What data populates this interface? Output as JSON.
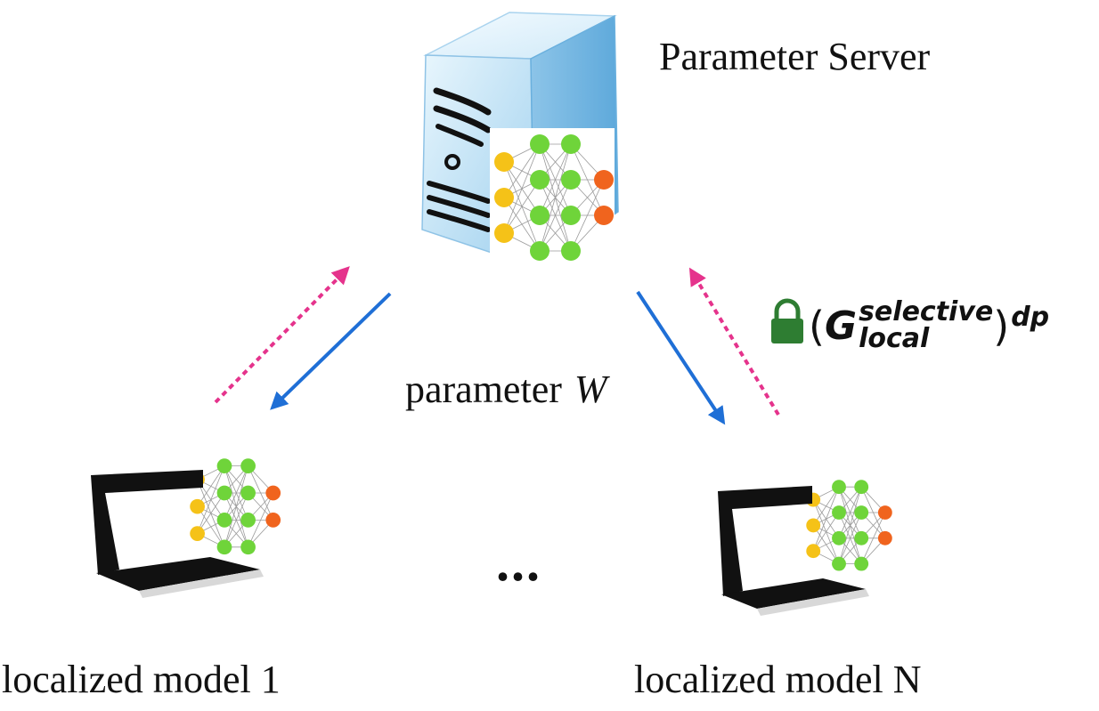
{
  "server": {
    "label": "Parameter Server",
    "icon": "server-icon"
  },
  "downlink": {
    "label": "parameter",
    "variable": "W"
  },
  "uplink": {
    "lock_icon": "lock-icon",
    "open_paren": "(",
    "symbol": "G",
    "superscript": "selective",
    "subscript": "local",
    "close_paren": ")",
    "outer_superscript": "dp"
  },
  "clients": [
    {
      "label": "localized model 1",
      "icon": "laptop-icon"
    },
    {
      "label": "localized model N",
      "icon": "laptop-icon"
    }
  ],
  "ellipsis": "...",
  "colors": {
    "downlink_arrow": "#1f6fd6",
    "uplink_arrow": "#e5338c",
    "input_node": "#f5c218",
    "hidden_node": "#6fd43a",
    "output_node": "#f0641e",
    "lock": "#2e7d32",
    "server_body": "#bfe2f7"
  }
}
